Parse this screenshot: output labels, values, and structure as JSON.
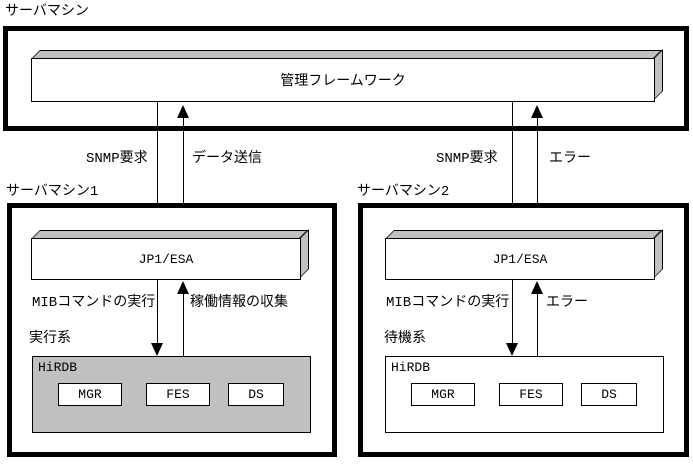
{
  "diagram": {
    "top_machine": {
      "label": "サーバマシン",
      "framework": "管理フレームワーク"
    },
    "top_links": {
      "m1_down": "SNMP要求",
      "m1_up": "データ送信",
      "m2_down": "SNMP要求",
      "m2_up": "エラー"
    },
    "machine1": {
      "label": "サーバマシン1",
      "agent": "JP1/ESA",
      "link_down": "MIBコマンドの実行",
      "link_up": "稼働情報の収集",
      "role": "実行系",
      "db": {
        "name": "HiRDB",
        "components": [
          "MGR",
          "FES",
          "DS"
        ]
      }
    },
    "machine2": {
      "label": "サーバマシン2",
      "agent": "JP1/ESA",
      "link_down": "MIBコマンドの実行",
      "link_up": "エラー",
      "role": "待機系",
      "db": {
        "name": "HiRDB",
        "components": [
          "MGR",
          "FES",
          "DS"
        ]
      }
    },
    "colors": {
      "slab_shade": "#c0c0c0",
      "active_db_fill": "#c0c0c0",
      "standby_db_fill": "#ffffff",
      "line": "#000000"
    }
  }
}
